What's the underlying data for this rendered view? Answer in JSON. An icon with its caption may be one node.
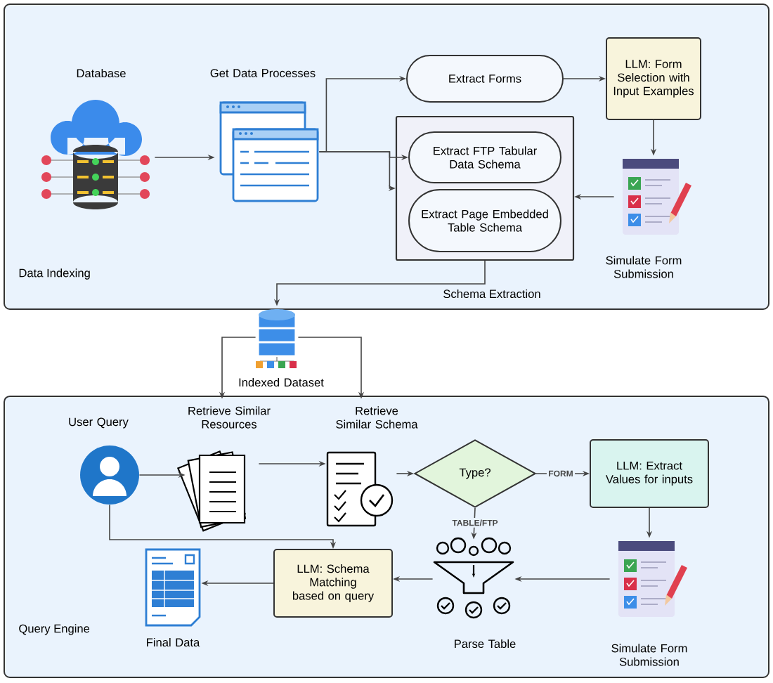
{
  "diagram": {
    "nodes": [
      {
        "text": [
          "Data Indexing"
        ]
      },
      {
        "text": [
          "Database"
        ],
        "in": 0
      },
      {
        "text": [
          "Get Data Processes"
        ],
        "in": 0
      },
      {
        "text": [
          "Extract Forms"
        ],
        "in": 0
      },
      {
        "text": [
          "LLM: Form Selection with Input Examples"
        ],
        "in": 0
      },
      {
        "text": [
          "Schema Extraction"
        ],
        "in": 0
      },
      {
        "text": [
          "Extract FTP Tabular Data Schema"
        ],
        "in": 5
      },
      {
        "text": [
          "Extract Page Embedded Table Schema"
        ],
        "in": 5
      },
      {
        "text": [
          "Simulate Form Submission"
        ],
        "in": 0
      },
      {
        "text": [
          "Indexed Dataset"
        ]
      },
      {
        "text": [
          "Query Engine"
        ]
      },
      {
        "text": [
          "User Query"
        ],
        "in": 10
      },
      {
        "text": [
          "Retrieve Similar Resources"
        ],
        "in": 10
      },
      {
        "text": [
          "Retrieve Similar Schema"
        ],
        "in": 10
      },
      {
        "text": [
          "Type?"
        ],
        "in": 10
      },
      {
        "text": [
          "LLM: Extract Values for inputs"
        ],
        "in": 10
      },
      {
        "text": [
          "Simulate Form Submission"
        ],
        "in": 10
      },
      {
        "text": [
          "Parse Table"
        ],
        "in": 10
      },
      {
        "text": [
          "LLM: Schema Matching based on query"
        ],
        "in": 10
      },
      {
        "text": [
          "Final Data"
        ],
        "in": 10
      }
    ],
    "edges": [
      {
        "from": 1,
        "to": 2,
        "arrow": "to"
      },
      {
        "from": 2,
        "to": 3,
        "arrow": "to"
      },
      {
        "from": 2,
        "to": 6,
        "arrow": "to"
      },
      {
        "from": 2,
        "to": 5,
        "arrow": "to"
      },
      {
        "from": 3,
        "to": 4,
        "arrow": "to"
      },
      {
        "from": 4,
        "to": 8,
        "arrow": "to"
      },
      {
        "from": 8,
        "to": 5,
        "arrow": "to"
      },
      {
        "from": 5,
        "to": 9,
        "arrow": "to"
      },
      {
        "from": 9,
        "to": 12,
        "arrow": "to"
      },
      {
        "from": 9,
        "to": 13,
        "arrow": "to"
      },
      {
        "from": 11,
        "to": 12,
        "arrow": "to"
      },
      {
        "from": 12,
        "to": 13,
        "arrow": "to"
      },
      {
        "from": 13,
        "to": 14,
        "arrow": "to"
      },
      {
        "from": 14,
        "to": 15,
        "arrow": "to",
        "label": "FORM"
      },
      {
        "from": 14,
        "to": 17,
        "arrow": "to",
        "label": "TABLE/FTP"
      },
      {
        "from": 15,
        "to": 16,
        "arrow": "to"
      },
      {
        "from": 16,
        "to": 17,
        "arrow": "to"
      },
      {
        "from": 17,
        "to": 18,
        "arrow": "to"
      },
      {
        "from": 18,
        "to": 19,
        "arrow": "to"
      },
      {
        "from": 11,
        "to": 18,
        "arrow": "to"
      }
    ]
  }
}
